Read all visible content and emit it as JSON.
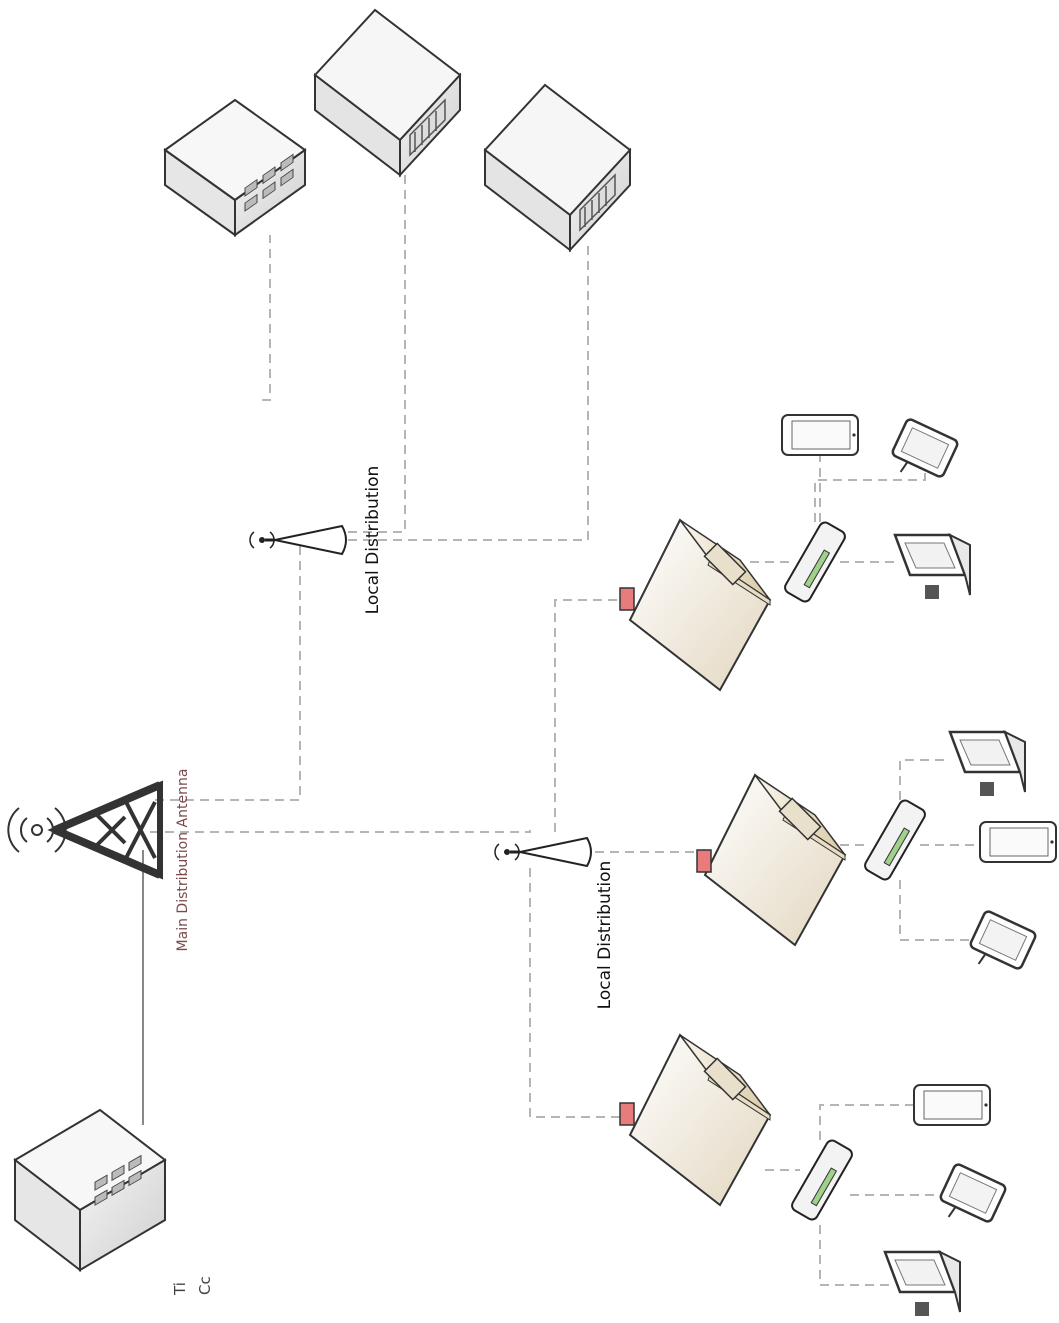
{
  "labels": {
    "main_antenna": "Main Distribution Antenna",
    "local_distribution_top": "Local Distribution",
    "local_distribution_bottom": "Local Distribution",
    "edge_text_1": "Ti",
    "edge_text_2": "Cc"
  },
  "icons": {
    "main_tower": "cell-tower-icon",
    "local_antenna": "antenna-icon",
    "office_building": "office-building-icon",
    "warehouse": "warehouse-icon",
    "house": "house-icon",
    "router": "router-icon",
    "phone": "smartphone-icon",
    "tablet": "tablet-icon",
    "laptop": "laptop-icon"
  },
  "colors": {
    "link_dashed": "#b5b5b5",
    "link_solid": "#555555",
    "chimney": "#e87c7c",
    "main_label": "#7a4a4a"
  }
}
